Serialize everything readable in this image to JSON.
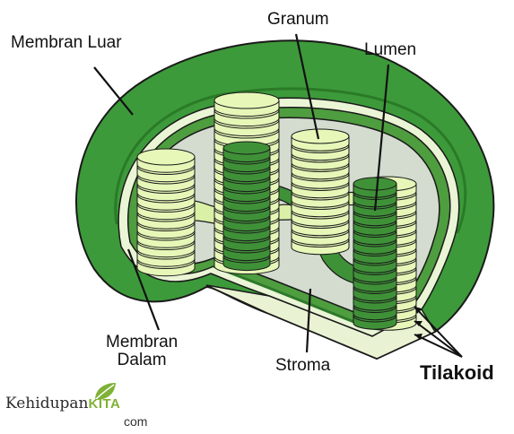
{
  "labels": {
    "membran_luar": "Membran Luar",
    "granum": "Granum",
    "lumen": "Lumen",
    "membran_dalam": "Membran\nDalam",
    "stroma": "Stroma",
    "tilakoid": "Tilakoid"
  },
  "logo": {
    "name_part1": "Kehidupan",
    "name_part2": "KITA",
    "suffix": "com"
  },
  "colors": {
    "outer_membrane": "#3d9a3a",
    "outer_membrane_dark": "#2d7a2a",
    "inner_membrane": "#4e9d3f",
    "intermembrane_space": "#eaf5d6",
    "stroma": "#d4dcd0",
    "thylakoid_light": "#e6f7b8",
    "thylakoid_dark": "#3f9138",
    "lamella": "#d9f0a6",
    "outline": "#1a1a1a"
  }
}
